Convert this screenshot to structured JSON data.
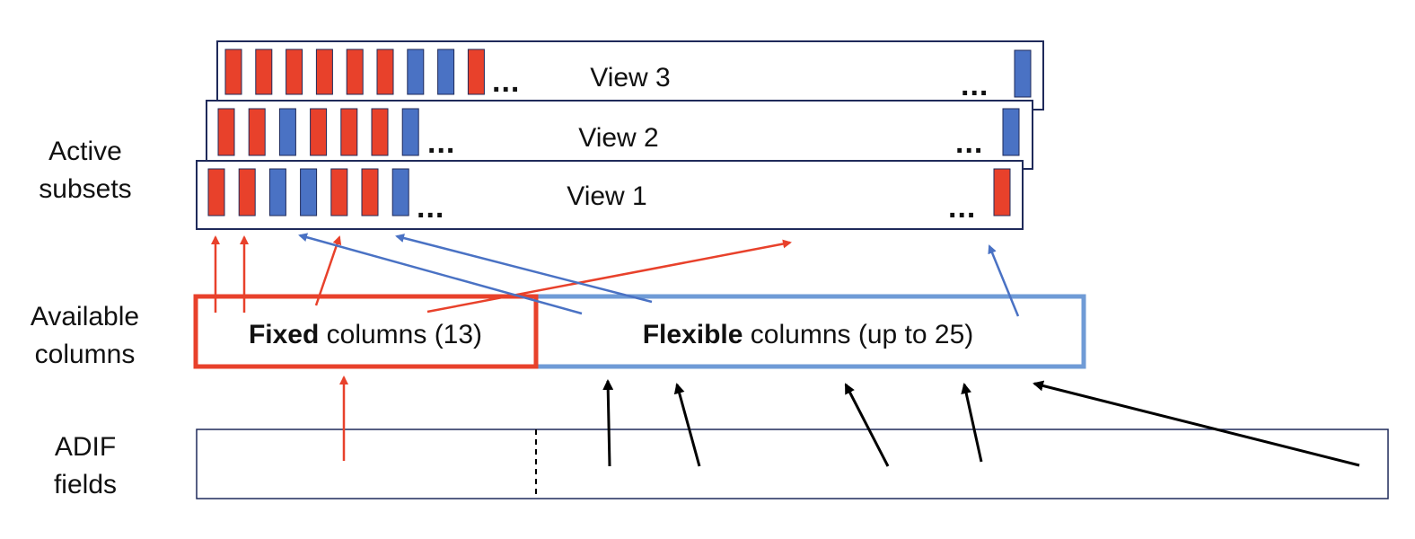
{
  "row_labels": {
    "active_line1": "Active",
    "active_line2": "subsets",
    "available_line1": "Available",
    "available_line2": "columns",
    "adif_line1": "ADIF",
    "adif_line2": "fields"
  },
  "views": [
    {
      "label": "View 3",
      "columns": [
        "fixed",
        "fixed",
        "fixed",
        "fixed",
        "fixed",
        "fixed",
        "flexible",
        "flexible",
        "fixed"
      ],
      "last_column": "flexible"
    },
    {
      "label": "View 2",
      "columns": [
        "fixed",
        "fixed",
        "flexible",
        "fixed",
        "fixed",
        "fixed",
        "flexible"
      ],
      "last_column": "flexible"
    },
    {
      "label": "View 1",
      "columns": [
        "fixed",
        "fixed",
        "flexible",
        "flexible",
        "fixed",
        "fixed",
        "flexible"
      ],
      "last_column": "fixed"
    }
  ],
  "ellipsis": "...",
  "available": {
    "fixed_bold": "Fixed",
    "fixed_rest": " columns (13)",
    "flexible_bold": "Flexible",
    "flexible_rest": " columns (up to 25)"
  },
  "colors": {
    "fixed": "#e8412b",
    "flexible": "#4a72c4",
    "flexible_outline": "#6f9bd6",
    "outline": "#1f2a5a",
    "arrow_black": "#000000"
  }
}
